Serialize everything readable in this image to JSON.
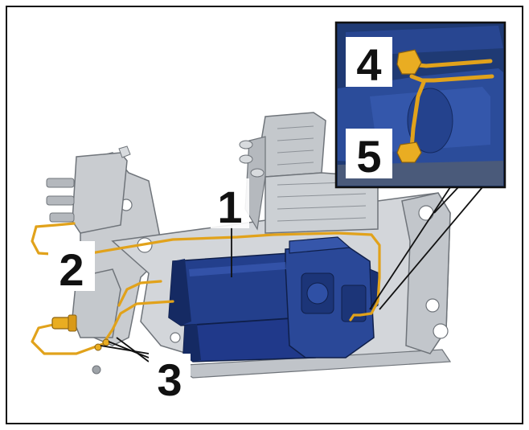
{
  "callouts": {
    "c1": "1",
    "c2": "2",
    "c3": "3",
    "c4": "4",
    "c5": "5"
  },
  "colors": {
    "frame": "#111111",
    "subframe": "#c9ccd0",
    "subframe_shadow": "#9ea3a8",
    "compressor": "#233f8c",
    "compressor_dark": "#152a63",
    "air_line": "#e1a21b",
    "inset_background": "#1c3568"
  }
}
